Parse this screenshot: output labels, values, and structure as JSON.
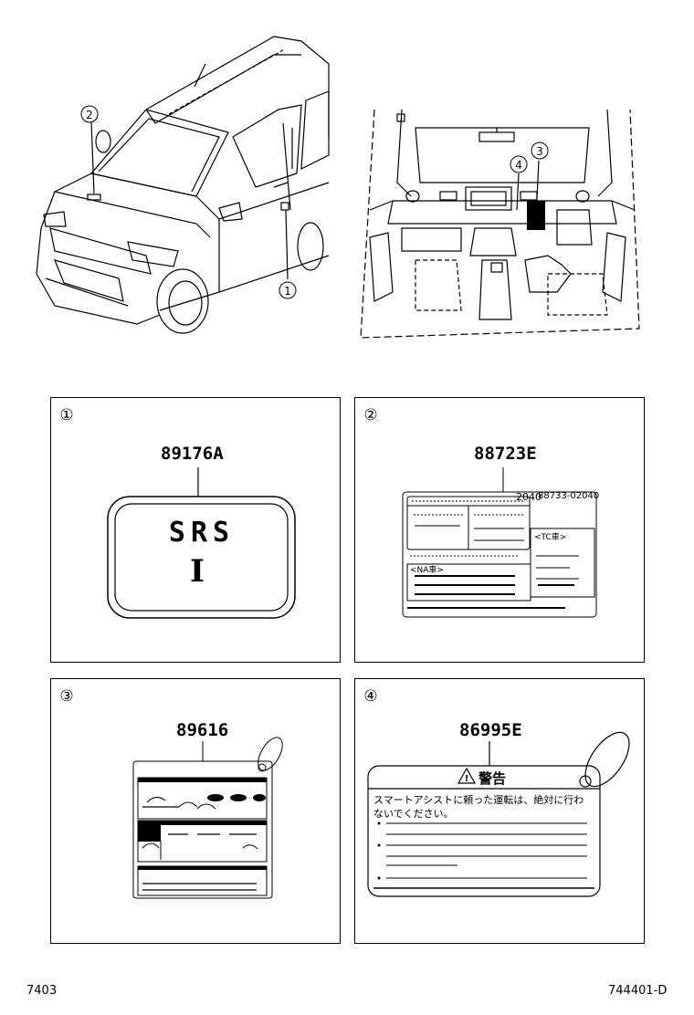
{
  "callouts": [
    "①",
    "②",
    "③",
    "④"
  ],
  "panels": [
    {
      "index": "①",
      "part_number": "89176A",
      "label_text": "SRS",
      "label_glyph": "I"
    },
    {
      "index": "②",
      "part_number": "88723E",
      "code_small": "2040",
      "code_part": "88733-02040",
      "section_na": "<NA車>",
      "section_tc": "<TC車>"
    },
    {
      "index": "③",
      "part_number": "89616"
    },
    {
      "index": "④",
      "part_number": "86995E",
      "warning_title": "警告",
      "warning_text": [
        "スマートアシストに頼った運転は、絶対に行わ",
        "ないでください。"
      ]
    }
  ],
  "footer": {
    "left": "7403",
    "right": "744401-D"
  }
}
